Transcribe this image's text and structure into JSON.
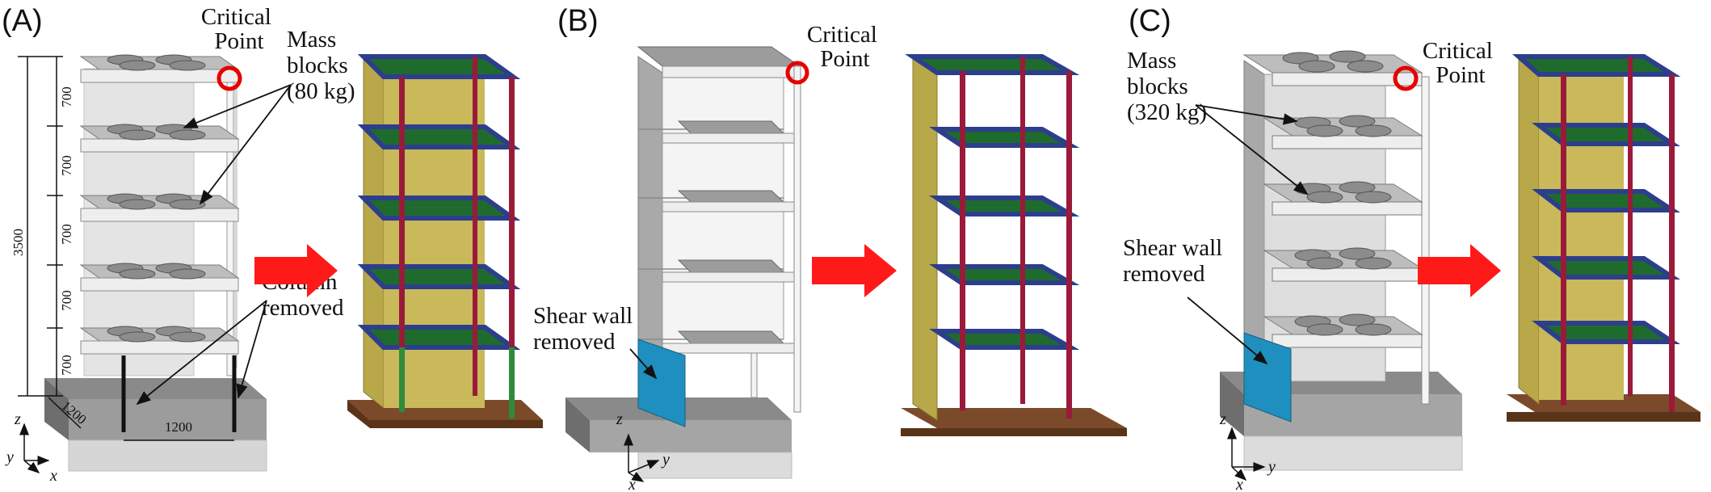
{
  "colors": {
    "arrow": "#ff1a1a",
    "column": "#9a1a3a",
    "beam": "#2c3e8c",
    "slab": "#1f6b2e",
    "wall": "#b8a84a",
    "base": "#6b3a1e",
    "removed_column": "#2e8b3a",
    "removed_wall": "#1f8fbf",
    "critical_circle": "#e60000"
  },
  "panels": [
    {
      "label": "(A)",
      "critical": "Critical Point",
      "mass": "Mass blocks (80 kg)",
      "removed": "Column removed",
      "dims": {
        "story": "700",
        "height": "3500",
        "depth": "1200",
        "width": "1200"
      },
      "axes": {
        "z": "z",
        "y": "y",
        "x": "x"
      }
    },
    {
      "label": "(B)",
      "critical": "Critical Point",
      "removed": "Shear wall removed",
      "axes": {
        "z": "z",
        "y": "y",
        "x": "x"
      }
    },
    {
      "label": "(C)",
      "critical": "Critical Point",
      "mass": "Mass blocks (320 kg)",
      "removed": "Shear wall removed",
      "axes": {
        "z": "z",
        "y": "y",
        "x": "x"
      }
    }
  ]
}
